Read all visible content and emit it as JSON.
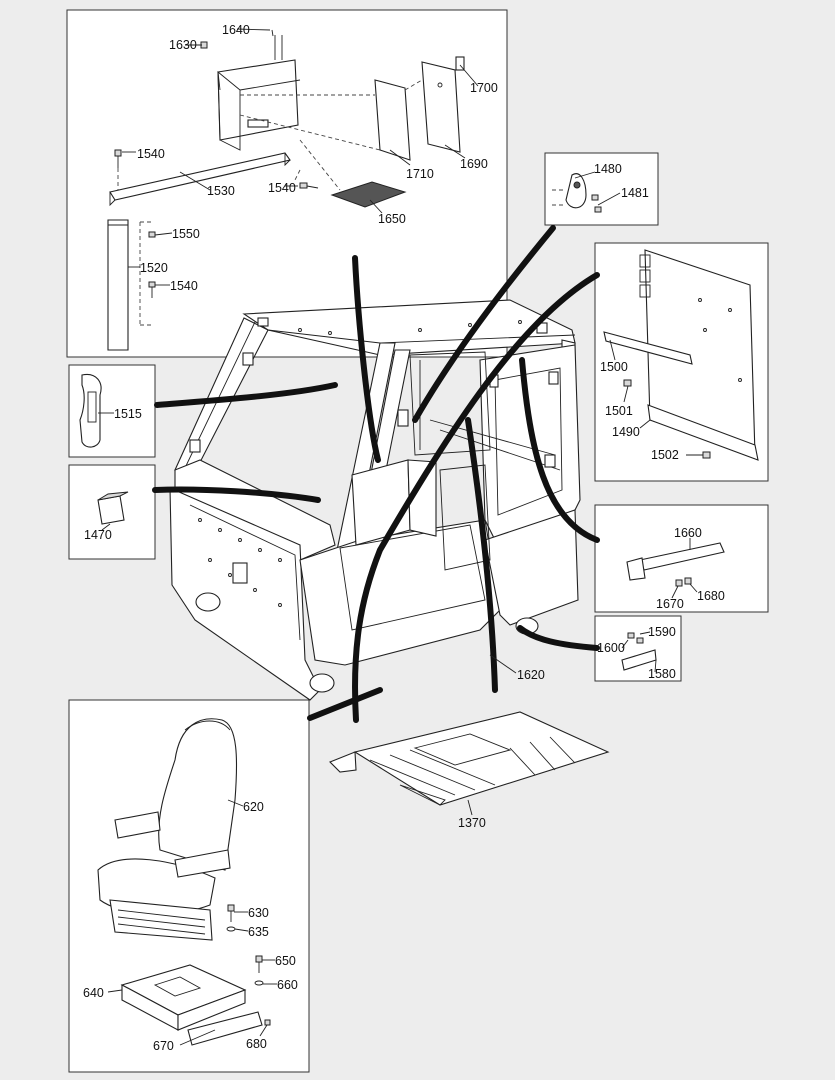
{
  "callouts": {
    "c1640": "1640",
    "c1630": "1630",
    "c1700": "1700",
    "c1540a": "1540",
    "c1710": "1710",
    "c1690": "1690",
    "c1530": "1530",
    "c1540b": "1540",
    "c1650": "1650",
    "c1550": "1550",
    "c1520": "1520",
    "c1540c": "1540",
    "c1480": "1480",
    "c1481": "1481",
    "c1500": "1500",
    "c1501": "1501",
    "c1490": "1490",
    "c1502": "1502",
    "c1515": "1515",
    "c1470": "1470",
    "c1660": "1660",
    "c1670": "1670",
    "c1680": "1680",
    "c1590": "1590",
    "c1600": "1600",
    "c1580": "1580",
    "c1620": "1620",
    "c1370": "1370",
    "c620": "620",
    "c630": "630",
    "c635": "635",
    "c650": "650",
    "c640": "640",
    "c660": "660",
    "c670": "670",
    "c680": "680"
  },
  "colors": {
    "background": "#ededed",
    "panel": "#ffffff",
    "line": "#222222"
  }
}
